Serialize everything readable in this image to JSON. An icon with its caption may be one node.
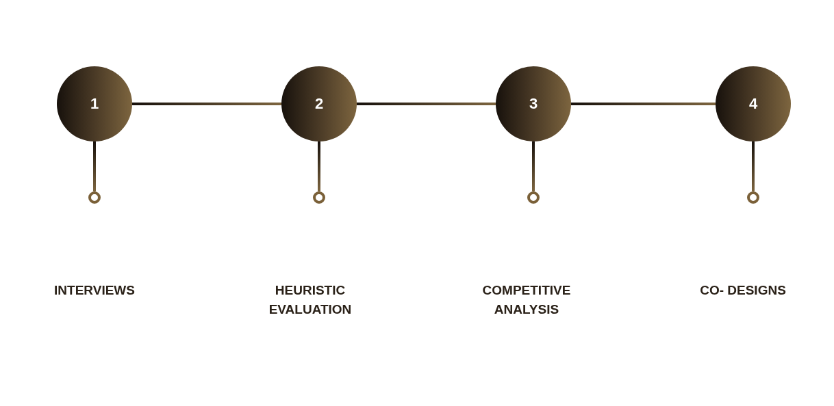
{
  "diagram": {
    "nodes": [
      {
        "text": [
          "1"
        ]
      },
      {
        "text": [
          "2"
        ]
      },
      {
        "text": [
          "3"
        ]
      },
      {
        "text": [
          "4"
        ]
      },
      {
        "text": [],
        "shape": "circle"
      },
      {
        "text": [],
        "shape": "circle"
      },
      {
        "text": [],
        "shape": "circle"
      },
      {
        "text": [],
        "shape": "circle"
      }
    ],
    "edges": [
      {
        "from": 0,
        "to": 1,
        "arrow": "none"
      },
      {
        "from": 1,
        "to": 2,
        "arrow": "none"
      },
      {
        "from": 2,
        "to": 3,
        "arrow": "none"
      },
      {
        "from": 0,
        "to": 4,
        "arrow": "none"
      },
      {
        "from": 1,
        "to": 5,
        "arrow": "none"
      },
      {
        "from": 2,
        "to": 6,
        "arrow": "none"
      },
      {
        "from": 3,
        "to": 7,
        "arrow": "none"
      }
    ],
    "labels": [
      "INTERVIEWS",
      "HEURISTIC EVALUATION",
      "COMPETITIVE ANALYSIS",
      "CO- DESIGNS"
    ]
  }
}
